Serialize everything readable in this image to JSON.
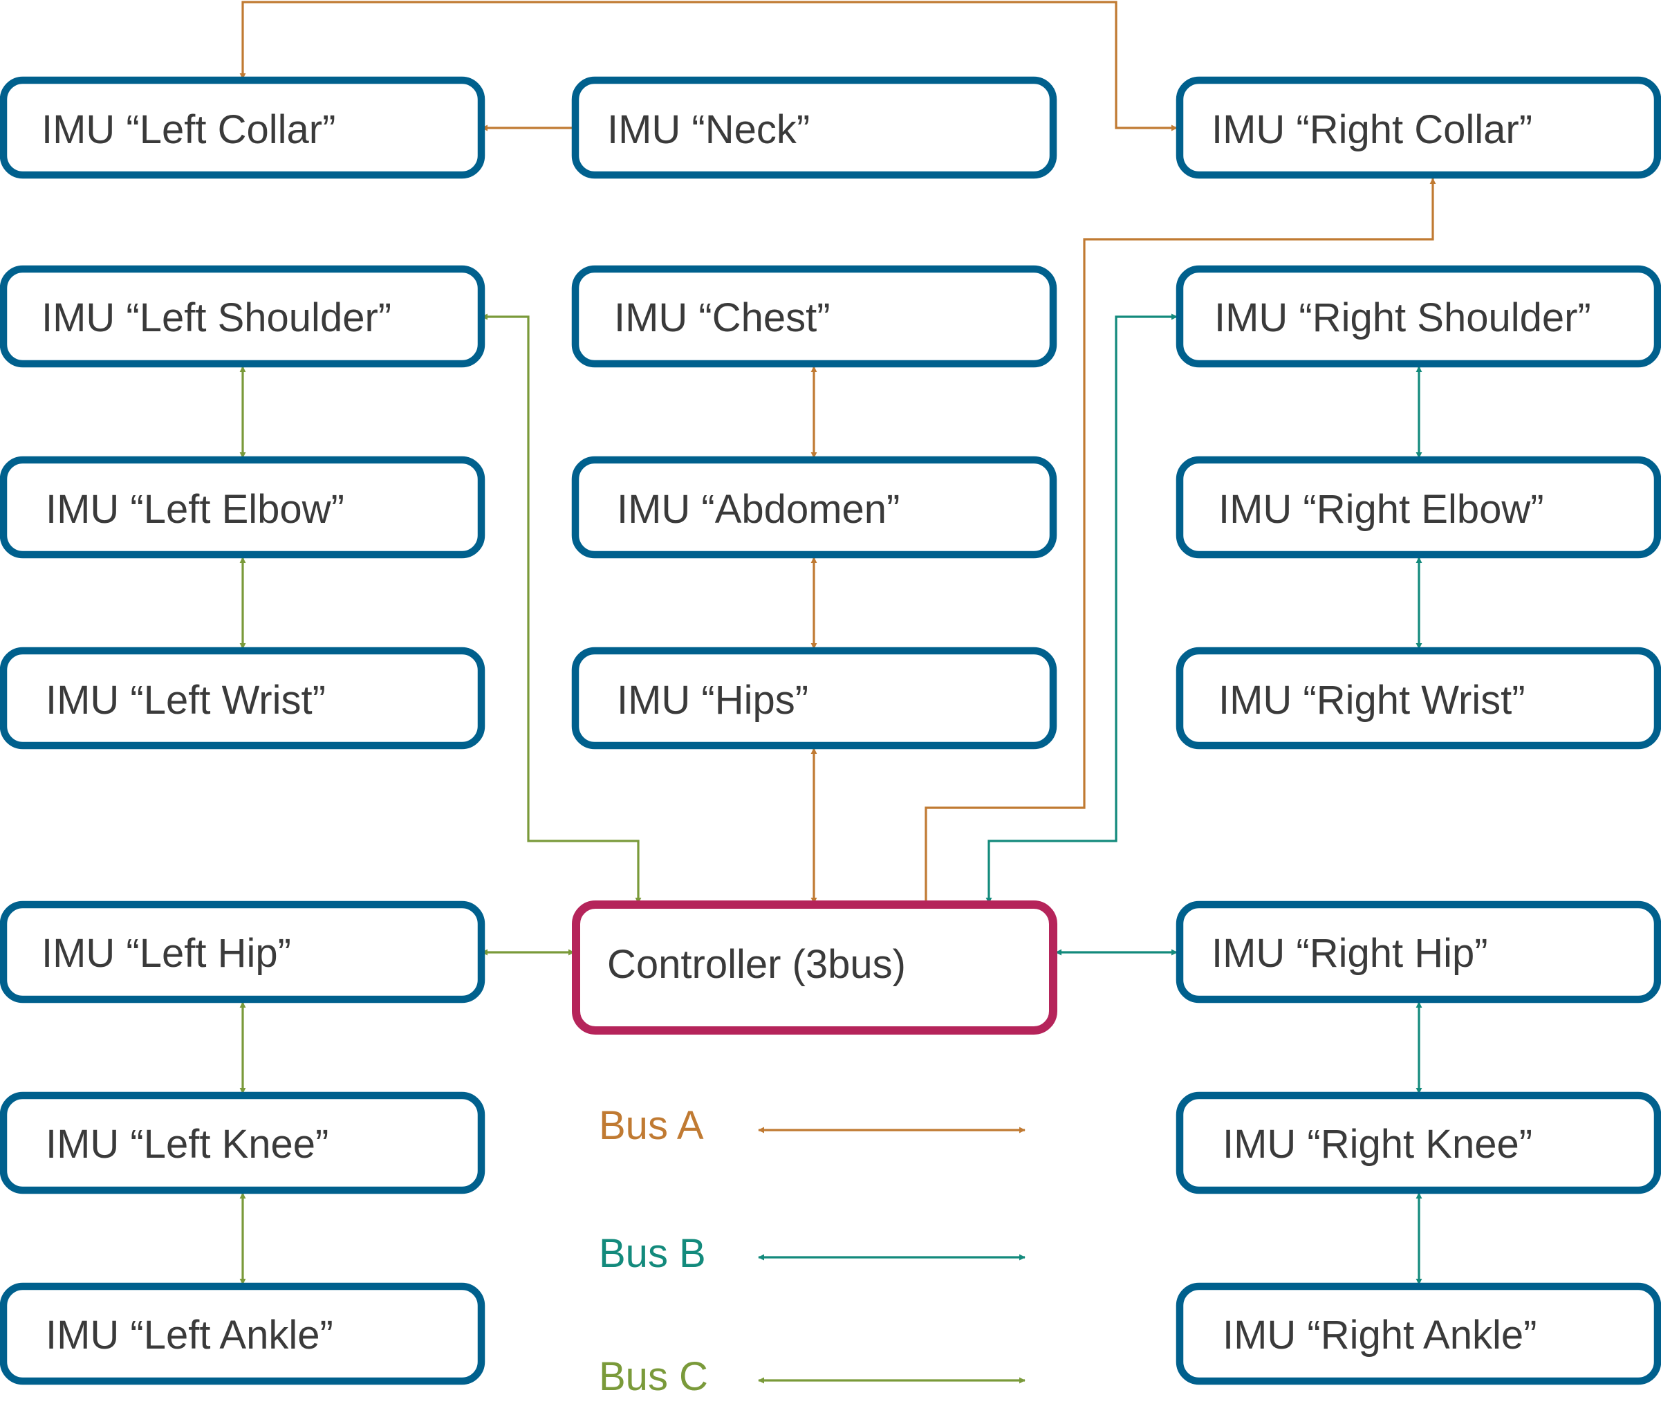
{
  "colors": {
    "node_border": "#00608d",
    "controller_border": "#b5245a",
    "bus_a": "#c07a32",
    "bus_b": "#138a7c",
    "bus_c": "#7a9a3a",
    "text": "#3a3a3a"
  },
  "nodes": {
    "left_collar": "IMU “Left Collar”",
    "neck": "IMU “Neck”",
    "right_collar": "IMU “Right Collar”",
    "left_shoulder": "IMU “Left Shoulder”",
    "chest": "IMU “Chest”",
    "right_shoulder": "IMU “Right Shoulder”",
    "left_elbow": "IMU “Left Elbow”",
    "abdomen": "IMU “Abdomen”",
    "right_elbow": "IMU “Right Elbow”",
    "left_wrist": "IMU “Left Wrist”",
    "hips": "IMU “Hips”",
    "right_wrist": "IMU “Right Wrist”",
    "left_hip": "IMU “Left Hip”",
    "controller": "Controller (3bus)",
    "right_hip": "IMU “Right Hip”",
    "left_knee": "IMU “Left Knee”",
    "right_knee": "IMU “Right Knee”",
    "left_ankle": "IMU “Left Ankle”",
    "right_ankle": "IMU “Right Ankle”"
  },
  "legend": {
    "bus_a": "Bus A",
    "bus_b": "Bus B",
    "bus_c": "Bus C"
  }
}
